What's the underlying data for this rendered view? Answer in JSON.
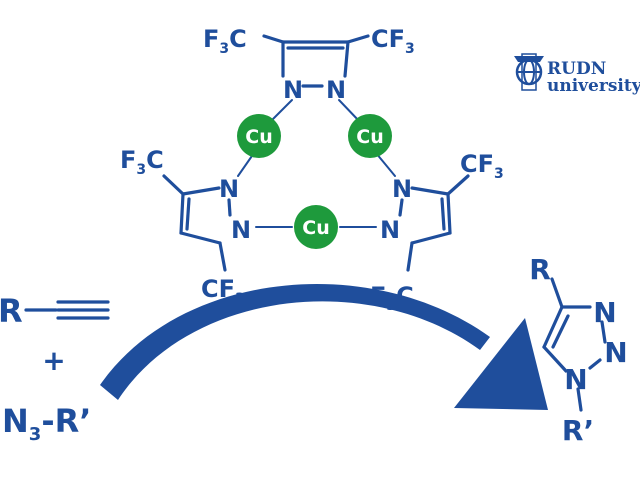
{
  "logo": {
    "line1": "RUDN",
    "line2": "university"
  },
  "metal": {
    "symbol": "Cu"
  },
  "pyrazole": {
    "nitrogen": "N",
    "cf3_main": "CF",
    "cf3_sub": "3",
    "f3c_main_f": "F",
    "f3c_sub": "3",
    "f3c_main_c": "C"
  },
  "reactants": {
    "alkyne_r": "R",
    "plus": "+",
    "azide_n": "N",
    "azide_sub": "3",
    "azide_rest": "-R’"
  },
  "product": {
    "r": "R",
    "r_prime": "R’",
    "n": "N"
  },
  "colors": {
    "blue": "#1f4e9c",
    "green": "#1e9a3c",
    "white": "#ffffff"
  }
}
